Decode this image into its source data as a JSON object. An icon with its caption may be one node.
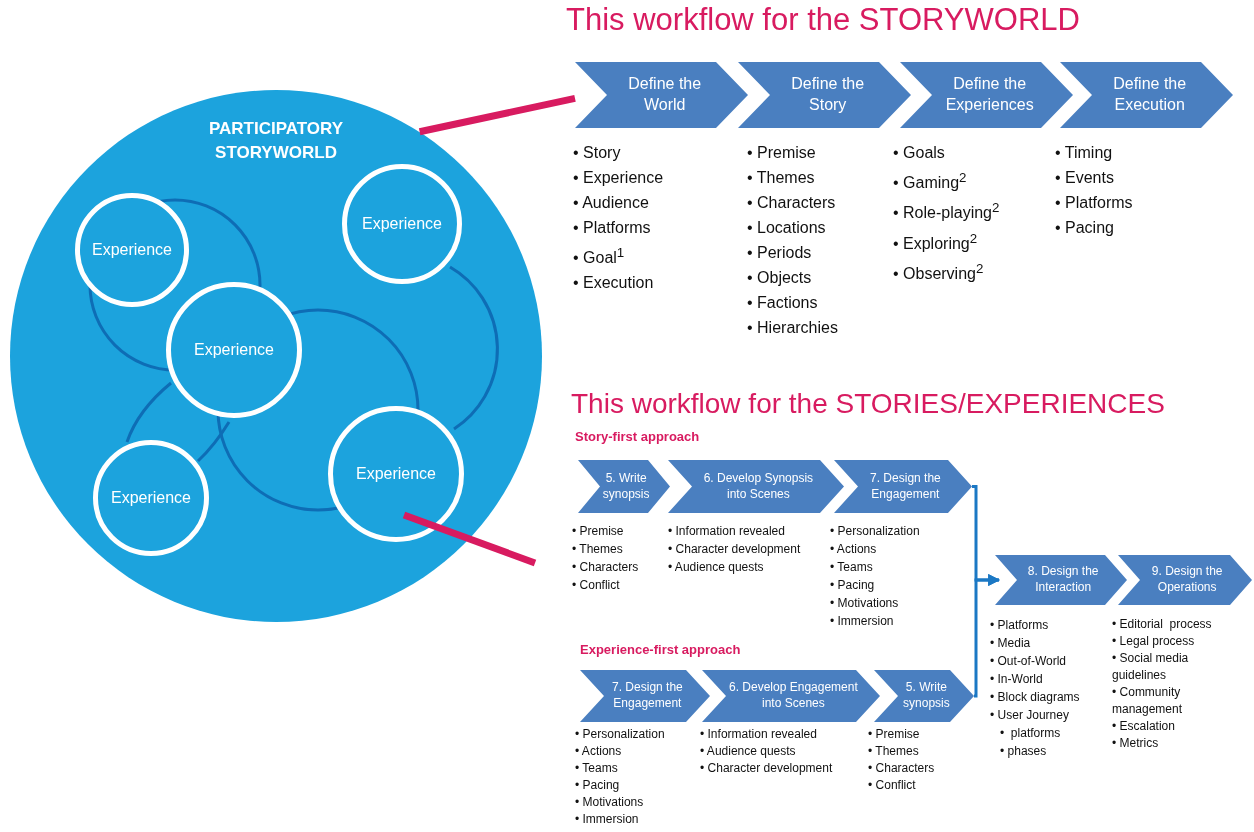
{
  "diagram": {
    "nodes": [
      {
        "text": [
          "PARTICIPATORY STORYWORLD"
        ]
      },
      {
        "text": [
          "Experience"
        ],
        "in": 0
      },
      {
        "text": [
          "Experience"
        ],
        "in": 0
      },
      {
        "text": [
          "Experience"
        ],
        "in": 0
      },
      {
        "text": [
          "Experience"
        ],
        "in": 0
      },
      {
        "text": [
          "Experience"
        ],
        "in": 0
      },
      {
        "text": [
          "Define the World"
        ],
        "beside": [
          "• Story",
          "• Experience",
          "• Audience",
          "• Platforms",
          "• Goal$^{1}$",
          "• Execution"
        ]
      },
      {
        "text": [
          "Define the Story"
        ],
        "beside": [
          "• Premise",
          "• Themes",
          "• Characters",
          "• Locations",
          "• Periods",
          "• Objects",
          "• Factions",
          "• Hierarchies"
        ]
      },
      {
        "text": [
          "Define the Experiences"
        ],
        "beside": [
          "• Goals",
          "• Gaming$^{2}$",
          "• Role-playing$^{2}$",
          "• Exploring$^{2}$",
          "• Observing$^{2}$"
        ]
      },
      {
        "text": [
          "Define the Execution"
        ],
        "beside": [
          "• Timing",
          "• Events",
          "• Platforms",
          "• Pacing"
        ]
      },
      {
        "text": [
          "5. Write synopsis"
        ],
        "beside": [
          "• Premise",
          "• Themes",
          "• Characters",
          "• Conflict"
        ]
      },
      {
        "text": [
          "6. Develop Synopsis into Scenes"
        ],
        "beside": [
          "• Information revealed",
          "• Character development",
          "• Audience quests"
        ]
      },
      {
        "text": [
          "7. Design the Engagement"
        ],
        "beside": [
          "• Personalization",
          "• Actions",
          "• Teams",
          "• Pacing",
          "• Motivations",
          "• Immersion"
        ]
      },
      {
        "text": [
          "8. Design the Interaction"
        ],
        "beside": [
          "• Platforms",
          "• Media",
          "• Out-of-World",
          "• In-World",
          "• Block diagrams",
          "• User Journey",
          "•  platforms",
          "• phases"
        ]
      },
      {
        "text": [
          "9. Design the Operations"
        ],
        "beside": [
          "• Editorial  process",
          "• Legal process",
          "• Social media guidelines",
          "• Community management",
          "• Escalation",
          "• Metrics"
        ]
      },
      {
        "text": [
          "7. Design the Engagement"
        ],
        "beside": [
          "• Personalization",
          "• Actions",
          "• Teams",
          "• Pacing",
          "• Motivations",
          "• Immersion"
        ]
      },
      {
        "text": [
          "6. Develop Engagement into Scenes"
        ],
        "beside": [
          "• Information revealed",
          "• Audience quests",
          "• Character development"
        ]
      },
      {
        "text": [
          "5. Write synopsis"
        ],
        "beside": [
          "• Premise",
          "• Themes",
          "• Characters",
          "• Conflict"
        ]
      }
    ],
    "edges": [
      {
        "from": 0,
        "to": 6,
        "arrow": "none",
        "style": "thick",
        "color": "#d81b60"
      },
      {
        "from": 4,
        "to": null,
        "arrow": "none",
        "style": "thick",
        "color": "#d81b60"
      },
      {
        "from": 12,
        "to": 13,
        "arrow": "to",
        "color": "#1b78c4"
      },
      {
        "from": 17,
        "to": 13,
        "arrow": "to",
        "color": "#1b78c4"
      }
    ],
    "labels": [
      "This workflow for the STORYWORLD",
      "This workflow for the STORIES/EXPERIENCES",
      "Story-first approach",
      "Experience-first approach"
    ]
  }
}
